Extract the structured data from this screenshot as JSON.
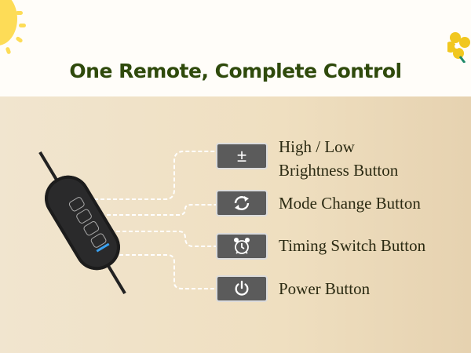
{
  "title": "One Remote, Complete Control",
  "buttons": [
    {
      "icon": "plus-minus-icon",
      "label_line1": "High / Low",
      "label_line2": "Brightness Button"
    },
    {
      "icon": "cycle-arrows-icon",
      "label": "Mode Change Button"
    },
    {
      "icon": "alarm-clock-icon",
      "label": "Timing Switch Button"
    },
    {
      "icon": "power-icon",
      "label": "Power Button"
    }
  ],
  "colors": {
    "title": "#2f4a0c",
    "box": "#5b5b5b",
    "background": "#efdfc0"
  }
}
